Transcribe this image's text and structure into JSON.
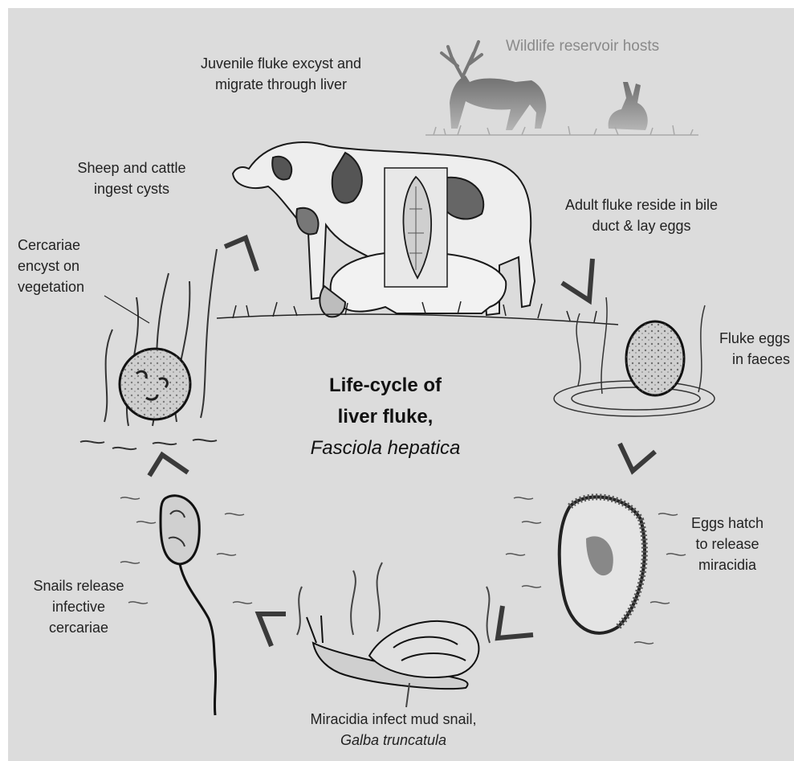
{
  "diagram": {
    "title": {
      "line1": "Life-cycle of",
      "line2": "liver fluke,",
      "species": "Fasciola hepatica"
    },
    "labels": {
      "wildlife_hosts": "Wildlife reservoir hosts",
      "juvenile_excyst": [
        "Juvenile fluke excyst and",
        "migrate through liver"
      ],
      "ingest_cysts": [
        "Sheep and cattle",
        "ingest cysts"
      ],
      "adult_fluke": [
        "Adult fluke reside in bile",
        "duct & lay eggs"
      ],
      "cercariae_encyst": [
        "Cercariae",
        "encyst on",
        "vegetation"
      ],
      "fluke_eggs": [
        "Fluke eggs",
        "in faeces"
      ],
      "eggs_hatch": [
        "Eggs hatch",
        "to release",
        "miracidia"
      ],
      "snails_release": [
        "Snails release",
        "infective",
        "cercariae"
      ],
      "miracidia_infect": "Miracidia infect mud snail,",
      "snail_species": "Galba truncatula"
    },
    "colors": {
      "background": "#dcdcdc",
      "ink": "#222222",
      "arrows": "#3a3a3a",
      "wildlife": "#8a8a8a"
    },
    "stage_arrows": 7
  }
}
